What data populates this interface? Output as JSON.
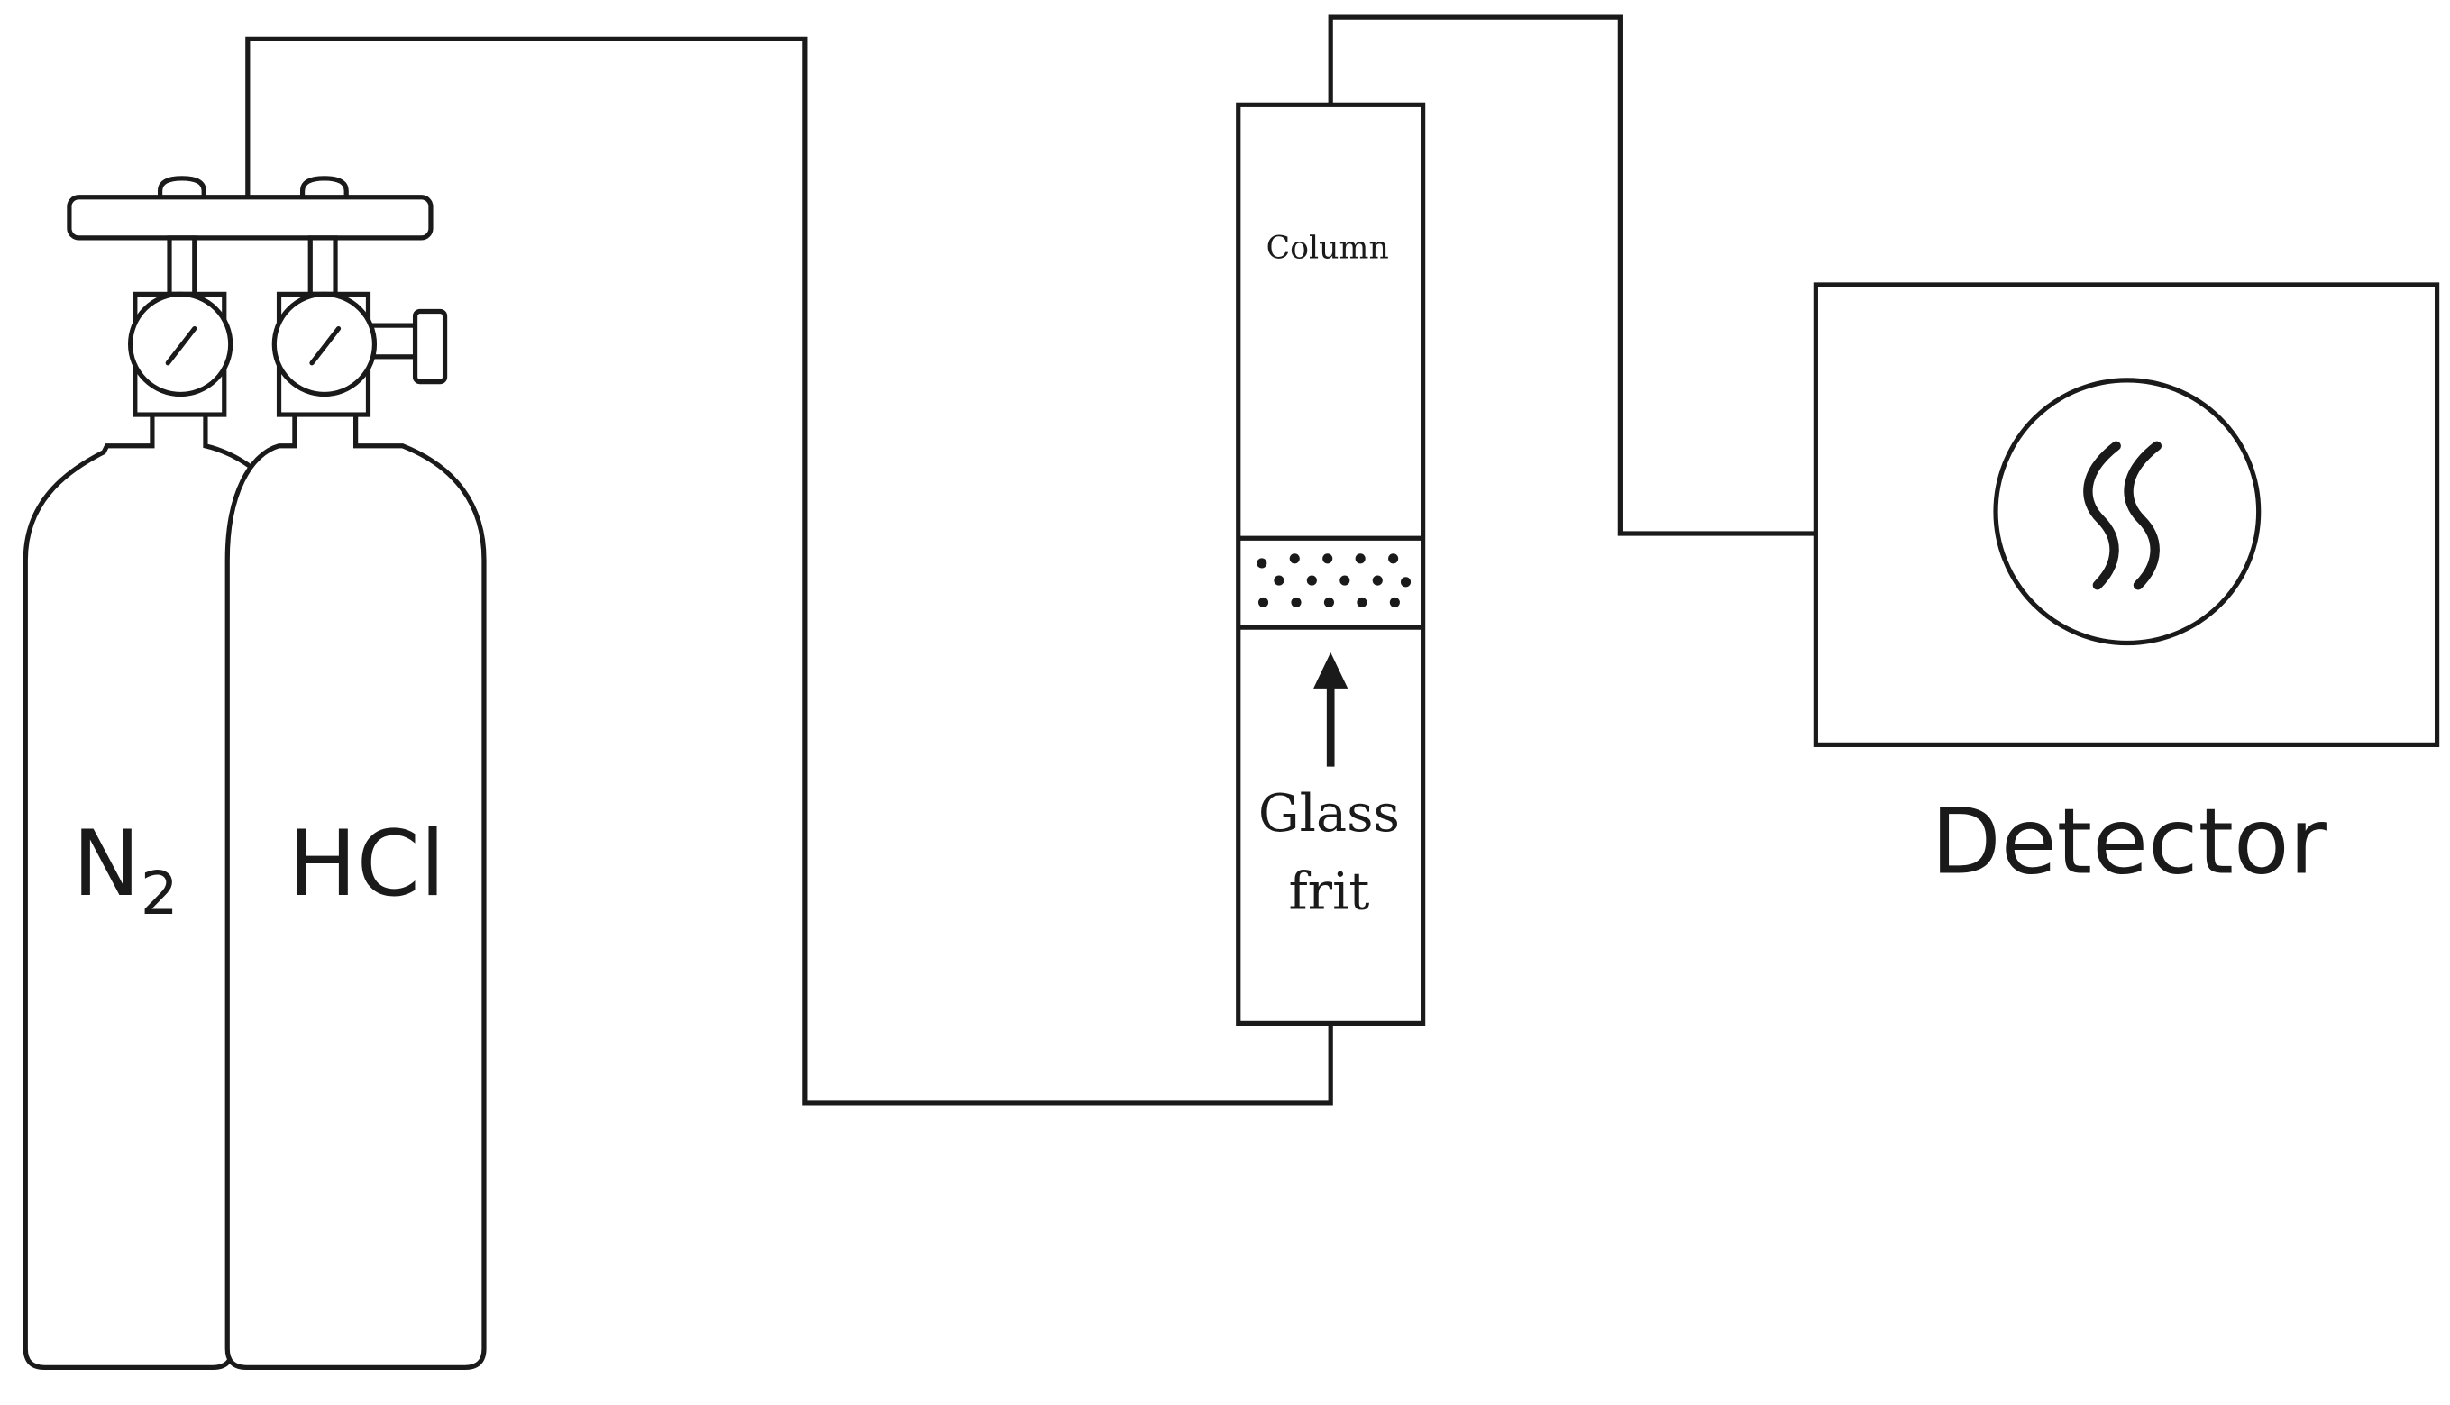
{
  "colors": {
    "stroke": "#1a1a1a",
    "background": "#ffffff"
  },
  "cylinders": [
    {
      "label": "N",
      "subscript": "2"
    },
    {
      "label": "HCl"
    }
  ],
  "column": {
    "label": "Column",
    "frit_label_line1": "Glass",
    "frit_label_line2": "frit"
  },
  "detector": {
    "label": "Detector",
    "icon": "heat-wave-icon"
  }
}
